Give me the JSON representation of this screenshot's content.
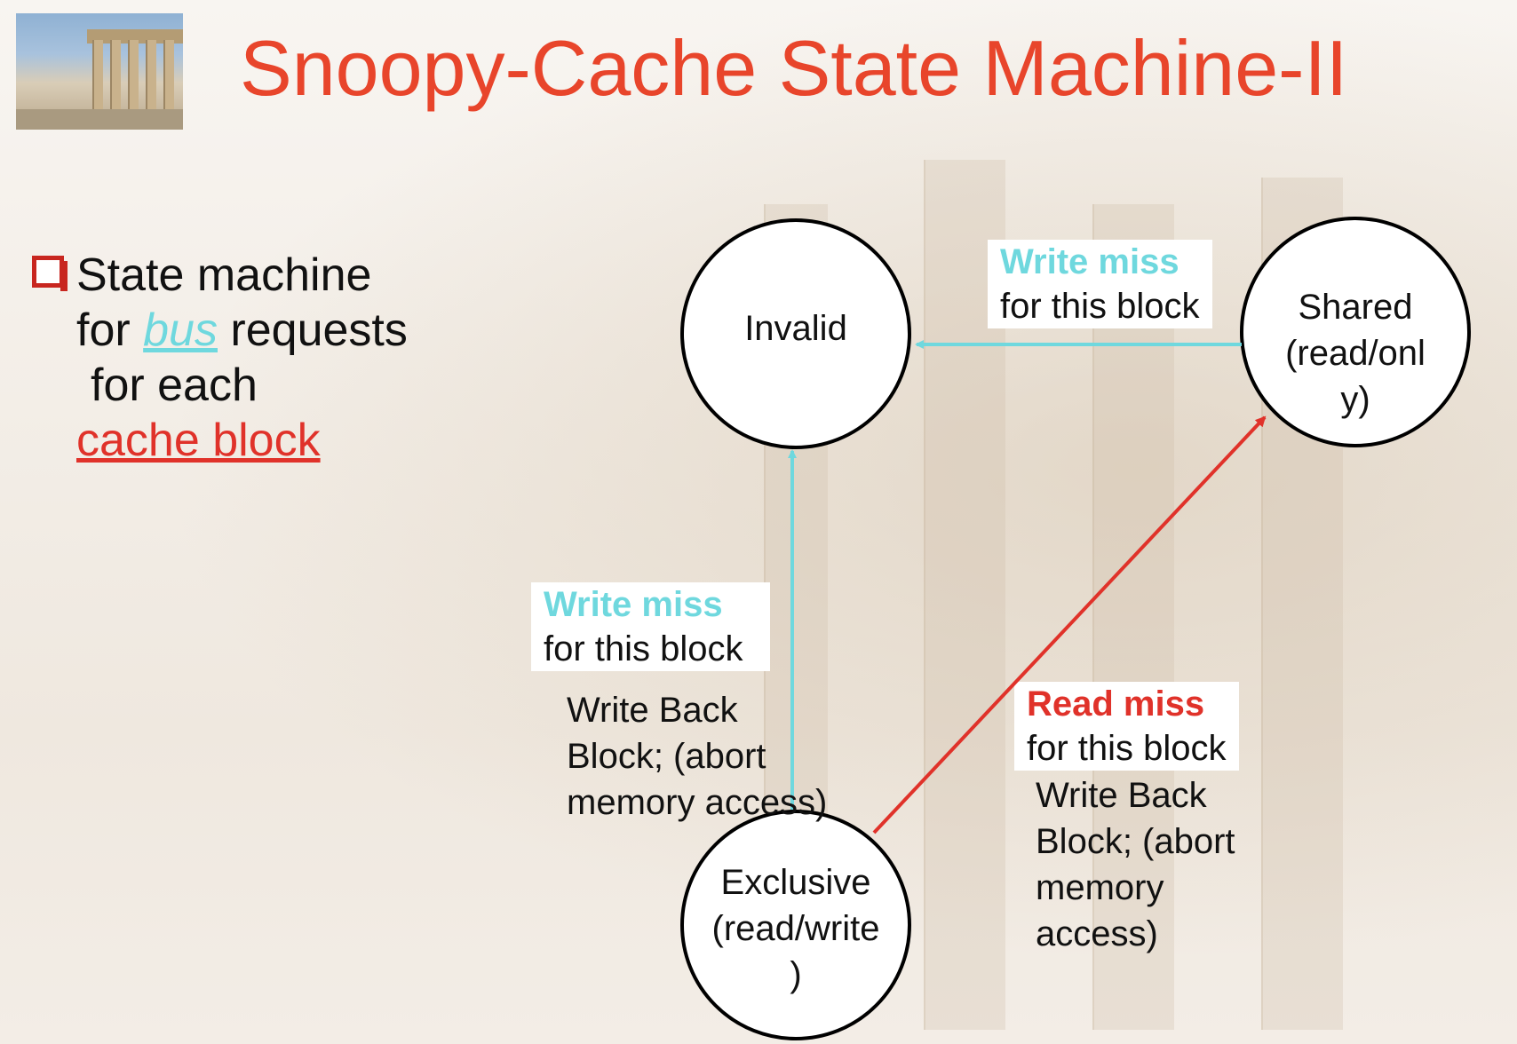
{
  "title": "Snoopy-Cache State Machine-II",
  "bullet": {
    "line1": "State machine",
    "line2_pre": "for ",
    "line2_em": "bus",
    "line2_post": " requests",
    "line3": "for each",
    "line4": "cache block"
  },
  "states": {
    "invalid": "Invalid",
    "shared": [
      "Shared",
      "(read/onl",
      "y)"
    ],
    "exclusive": [
      "Exclusive",
      "(read/write",
      ")"
    ]
  },
  "transitions": {
    "shared_to_invalid": {
      "event": "Write miss",
      "detail": "for this block"
    },
    "exclusive_to_invalid": {
      "event": "Write miss",
      "detail": "for this block",
      "action": [
        "Write Back",
        "Block; (abort",
        "memory access)"
      ]
    },
    "exclusive_to_shared": {
      "event": "Read miss",
      "detail": "for this block",
      "action": [
        "Write Back",
        "Block; (abort",
        "memory",
        "access)"
      ]
    }
  },
  "colors": {
    "title": "#e8452b",
    "bus_write": "#6fd8de",
    "bus_read": "#e0322a",
    "bullet": "#c8261f"
  }
}
